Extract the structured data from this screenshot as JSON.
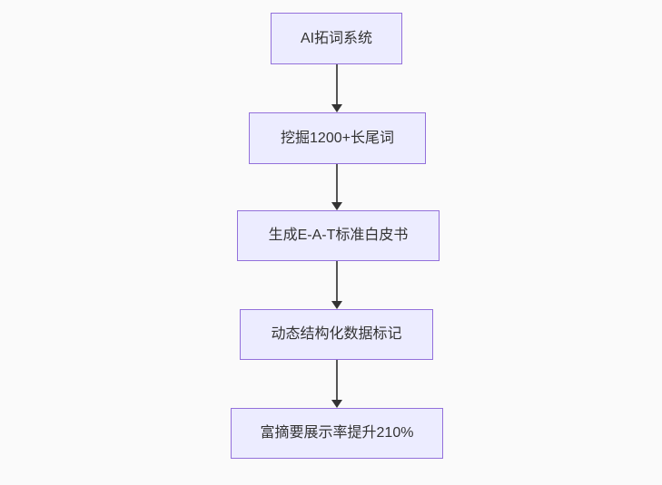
{
  "diagram": {
    "type": "flowchart",
    "direction": "top-down",
    "nodes": [
      {
        "id": "step-1",
        "label": "AI拓词系统"
      },
      {
        "id": "step-2",
        "label": "挖掘1200+长尾词"
      },
      {
        "id": "step-3",
        "label": "生成E-A-T标准白皮书"
      },
      {
        "id": "step-4",
        "label": "动态结构化数据标记"
      },
      {
        "id": "step-5",
        "label": "富摘要展示率提升210%"
      }
    ],
    "edges": [
      {
        "from": "step-1",
        "to": "step-2",
        "arrow": "down"
      },
      {
        "from": "step-2",
        "to": "step-3",
        "arrow": "down"
      },
      {
        "from": "step-3",
        "to": "step-4",
        "arrow": "down"
      },
      {
        "from": "step-4",
        "to": "step-5",
        "arrow": "down"
      }
    ],
    "colors": {
      "node_fill": "#ECECFF",
      "node_border": "#9370DB",
      "node_text": "#333333",
      "arrow_line": "#555555",
      "arrow_head": "#333333",
      "canvas_bg": "#fafafa"
    }
  }
}
